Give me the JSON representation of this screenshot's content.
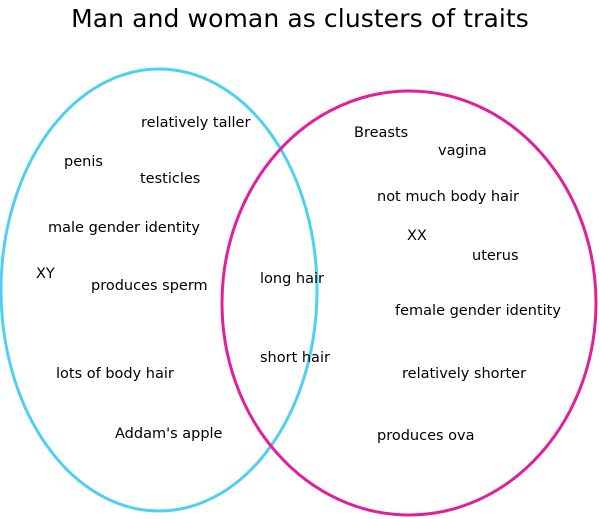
{
  "title": "Man and woman as clusters of traits",
  "colors": {
    "left_ellipse": "#4fd0f0",
    "right_ellipse": "#e0209a",
    "text": "#000000",
    "background": "#ffffff"
  },
  "left_only": [
    "relatively taller",
    "penis",
    "testicles",
    "male gender identity",
    "XY",
    "produces sperm",
    "lots of body hair",
    "Addam's apple"
  ],
  "overlap": [
    "long hair",
    "short hair"
  ],
  "right_only": [
    "Breasts",
    "vagina",
    "not much body hair",
    "XX",
    "uterus",
    "female gender identity",
    "relatively shorter",
    "produces ova"
  ]
}
